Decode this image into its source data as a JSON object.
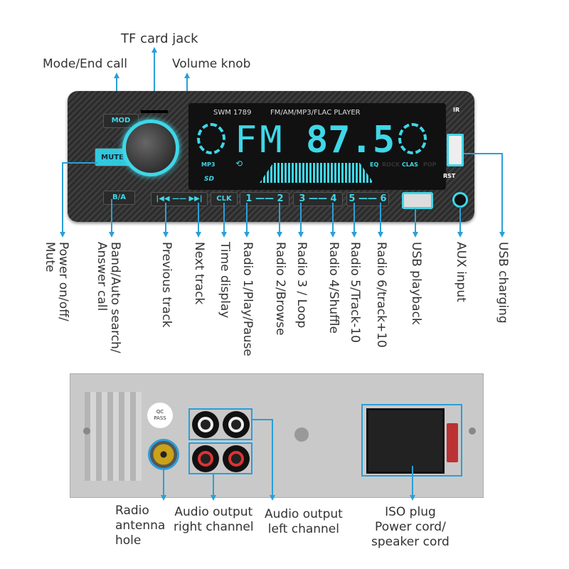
{
  "top_labels": {
    "tf_card": "TF card jack",
    "mode": "Mode/End call",
    "volume": "Volume knob"
  },
  "device": {
    "model": "SWM 1789",
    "player": "FM/AM/MP3/FLAC  PLAYER",
    "display_band": "FM",
    "display_freq": "87.5",
    "mp3": "MP3",
    "eq": "EQ",
    "rock": "ROCK",
    "clas": "CLAS",
    "pop": "POP",
    "ir": "IR",
    "rst": "RST",
    "mode_btn": "MOD",
    "mute_btn": "MUTE",
    "ba_btn": "B/A",
    "track_btn": "|◀◀ —— ▶▶|",
    "clk_btn": "CLK",
    "preset12": "1 —— 2",
    "preset34": "3 —— 4",
    "preset56": "5 —— 6"
  },
  "front_labels": [
    {
      "text": "Power on/off/\nMute"
    },
    {
      "text": "Band/Auto search/\nAnswer call"
    },
    {
      "text": "Previous track"
    },
    {
      "text": "Next track"
    },
    {
      "text": "Time display"
    },
    {
      "text": "Radio 1/Play/Pause"
    },
    {
      "text": "Radio 2/Browse"
    },
    {
      "text": "Radio 3 / Loop"
    },
    {
      "text": "Radio 4/Shuffle"
    },
    {
      "text": "Radio 5/Track-10"
    },
    {
      "text": "Radio 6/track+10"
    },
    {
      "text": "USB playback"
    },
    {
      "text": "AUX input"
    },
    {
      "text": "USB charging"
    }
  ],
  "back": {
    "qc": "QC\nPASS"
  },
  "back_labels": {
    "antenna": "Radio\nantenna\nhole",
    "right": "Audio output\nright channel",
    "left": "Audio output\nleft channel",
    "iso": "ISO plug\nPower cord/\nspeaker cord"
  },
  "colors": {
    "accent": "#2a9fd8",
    "lcd": "#3fd7e8"
  }
}
